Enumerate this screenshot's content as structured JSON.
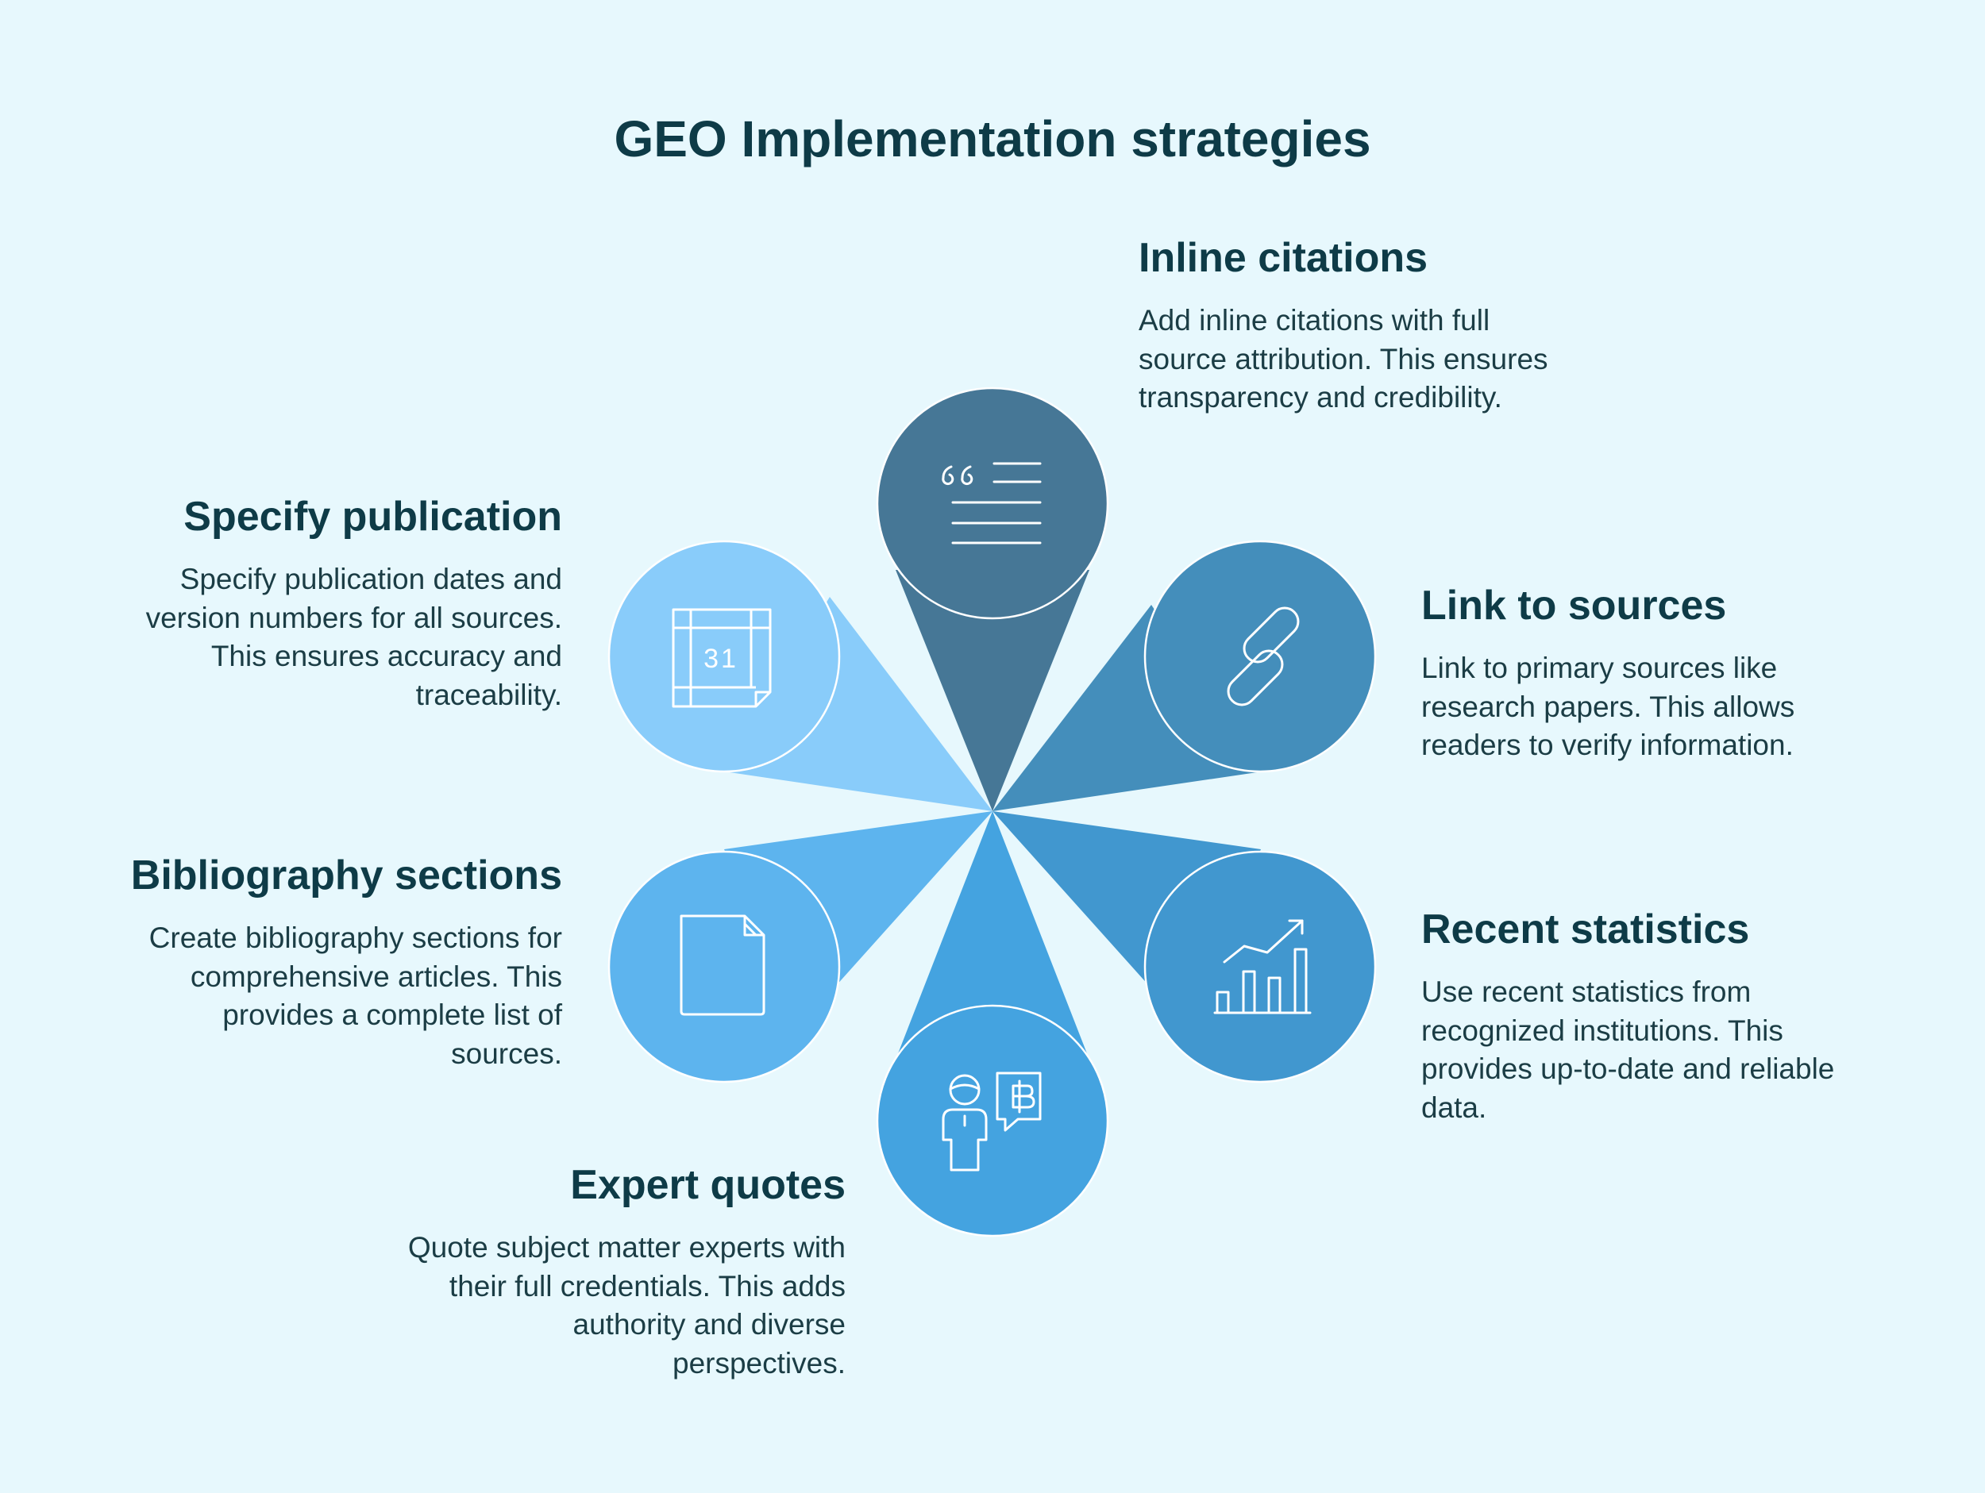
{
  "title": "GEO Implementation strategies",
  "strategies": [
    {
      "heading": "Inline citations",
      "description": "Add inline citations with full source attribution. This ensures transparency and credibility.",
      "icon": "quote-icon",
      "color": "#467796"
    },
    {
      "heading": "Link to sources",
      "description": "Link to primary sources like research papers. This allows readers to verify information.",
      "icon": "link-icon",
      "color": "#448ebb"
    },
    {
      "heading": "Recent statistics",
      "description": "Use recent statistics from recognized institutions. This provides up-to-date and reliable data.",
      "icon": "bar-chart-icon",
      "color": "#4197cf"
    },
    {
      "heading": "Expert quotes",
      "description": "Quote subject matter experts with their full credentials. This adds authority and diverse perspectives.",
      "icon": "expert-icon",
      "color": "#44a3e0"
    },
    {
      "heading": "Bibliography sections",
      "description": "Create bibliography sections for comprehensive articles. This provides a complete list of sources.",
      "icon": "document-icon",
      "color": "#5db4ee"
    },
    {
      "heading": "Specify publication",
      "description": "Specify publication dates and version numbers for all sources. This ensures accuracy and traceability.",
      "icon": "calendar-icon",
      "color": "#89ccfa",
      "icon_text": "31"
    }
  ]
}
